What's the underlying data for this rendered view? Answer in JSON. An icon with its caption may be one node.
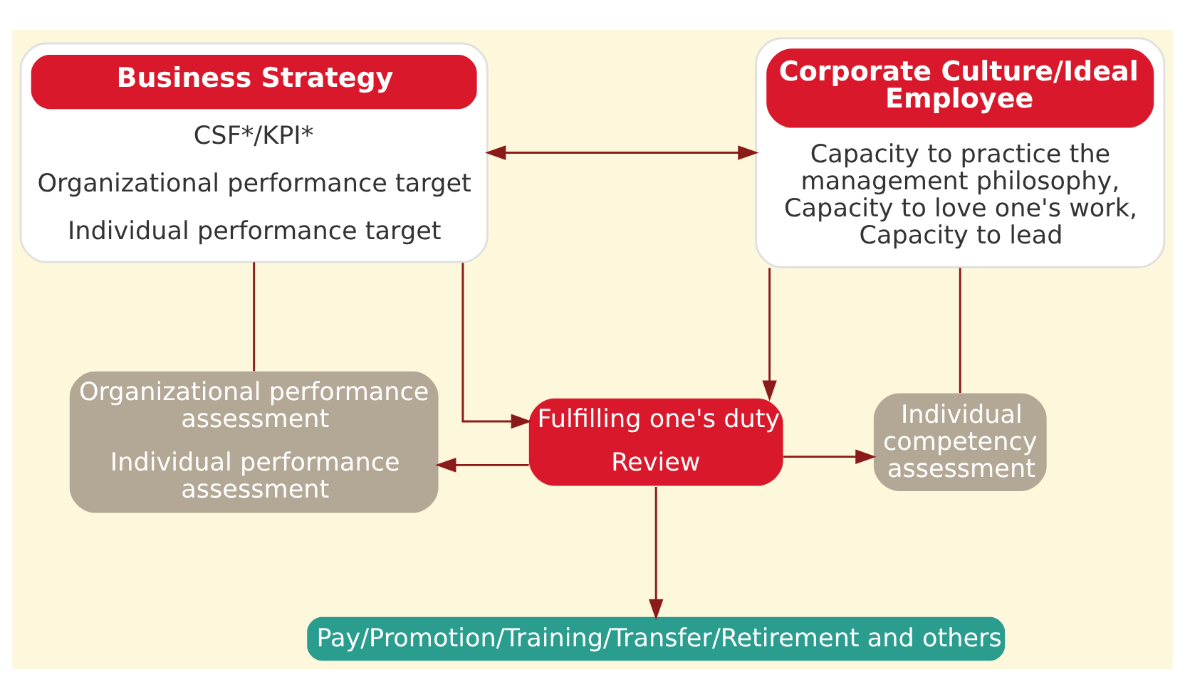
{
  "diagram": {
    "nodes": [
      {
        "text": [
          "Business Strategy",
          "CSF*/KPI*",
          "Organizational performance target",
          "Individual performance target"
        ]
      },
      {
        "text": [
          "Corporate Culture/Ideal Employee",
          "Capacity to practice the management philosophy, Capacity to love one's work, Capacity to lead"
        ]
      },
      {
        "text": [
          "Organizational performance assessment",
          "Individual performance assessment"
        ]
      },
      {
        "text": [
          "Fulfilling one's duty",
          "Review"
        ]
      },
      {
        "text": [
          "Individual competency assessment"
        ]
      },
      {
        "text": [
          "Pay/Promotion/Training/Transfer/Retirement and others"
        ]
      }
    ],
    "edges": [
      {
        "from": 0,
        "to": 1,
        "arrow": "both"
      },
      {
        "from": 0,
        "to": 3,
        "arrow": "to"
      },
      {
        "from": 1,
        "to": 3,
        "arrow": "to"
      },
      {
        "from": 0,
        "to": 2,
        "arrow": "none"
      },
      {
        "from": 1,
        "to": 4,
        "arrow": "none"
      },
      {
        "from": 3,
        "to": 2,
        "arrow": "to"
      },
      {
        "from": 3,
        "to": 4,
        "arrow": "to"
      },
      {
        "from": 3,
        "to": 5,
        "arrow": "to"
      }
    ]
  }
}
